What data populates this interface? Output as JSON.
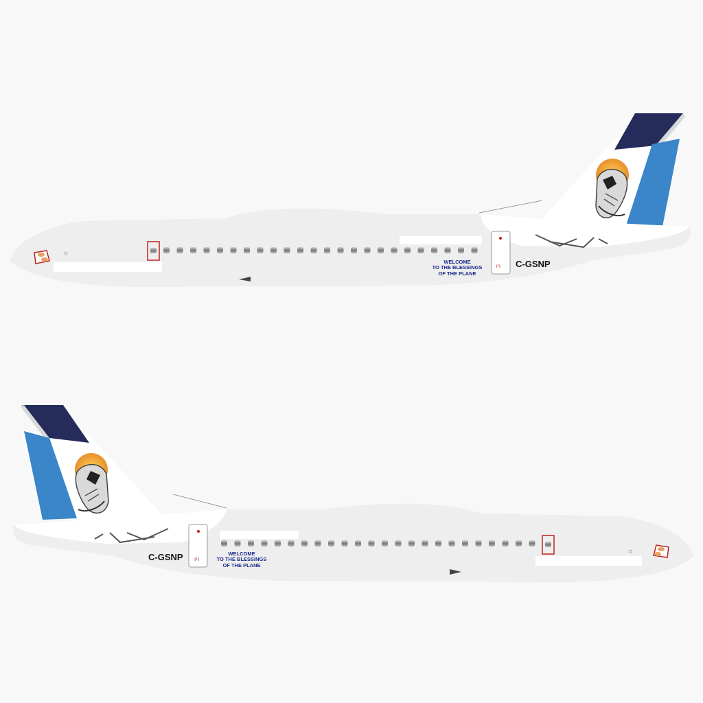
{
  "aircraft": {
    "registration": "C-GSNP",
    "welcome_line1": "WELCOME",
    "welcome_line2": "TO THE BLESSINGS",
    "welcome_line3": "OF THE PLANE"
  },
  "colors": {
    "background": "#f8f8f8",
    "fuselage": "#eeeeee",
    "fuselage_highlight": "#ffffff",
    "tail_navy": "#252c5c",
    "tail_blue": "#3a86c8",
    "sun_orange": "#f0a52a",
    "welcome_text": "#1a2a8c",
    "registration_text": "#111111",
    "door_outline": "#c0221e"
  },
  "icons": {
    "tail_emblem": "eagle-with-sun-icon",
    "windows": "cabin-window-icon",
    "door_marker": "red-door-marker-icon"
  }
}
